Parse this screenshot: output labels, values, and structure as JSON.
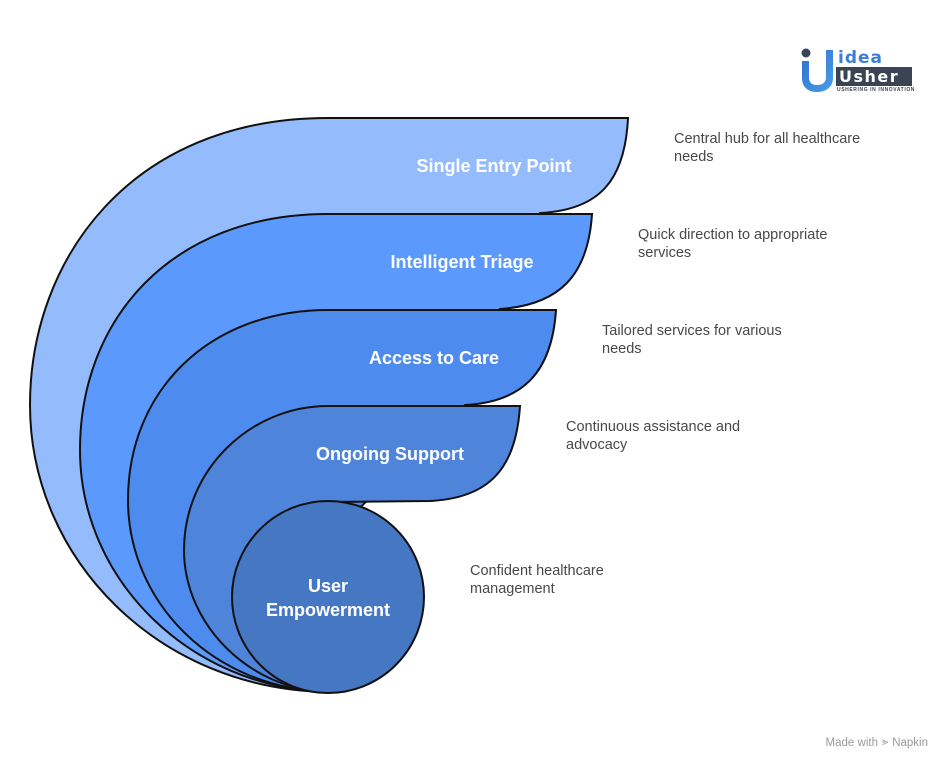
{
  "diagram": {
    "type": "nested-layers",
    "layers": [
      {
        "label": "Single Entry Point",
        "description_line1": "Central hub for all healthcare",
        "description_line2": "needs",
        "color": "#94bbfc"
      },
      {
        "label": "Intelligent Triage",
        "description_line1": "Quick direction to appropriate",
        "description_line2": "services",
        "color": "#5b9afc"
      },
      {
        "label": "Access to Care",
        "description_line1": "Tailored services for various",
        "description_line2": "needs",
        "color": "#4d8bee"
      },
      {
        "label": "Ongoing Support",
        "description_line1": "Continuous assistance and",
        "description_line2": "advocacy",
        "color": "#4e84da"
      },
      {
        "label_line1": "User",
        "label_line2": "Empowerment",
        "description_line1": "Confident healthcare",
        "description_line2": "management",
        "color": "#4677c2"
      }
    ]
  },
  "logo": {
    "line1": "idea",
    "line2": "Usher",
    "tagline": "USHERING IN INNOVATION"
  },
  "footer": {
    "prefix": "Made with",
    "brand": "Napkin",
    "icon": "napkin-icon"
  }
}
